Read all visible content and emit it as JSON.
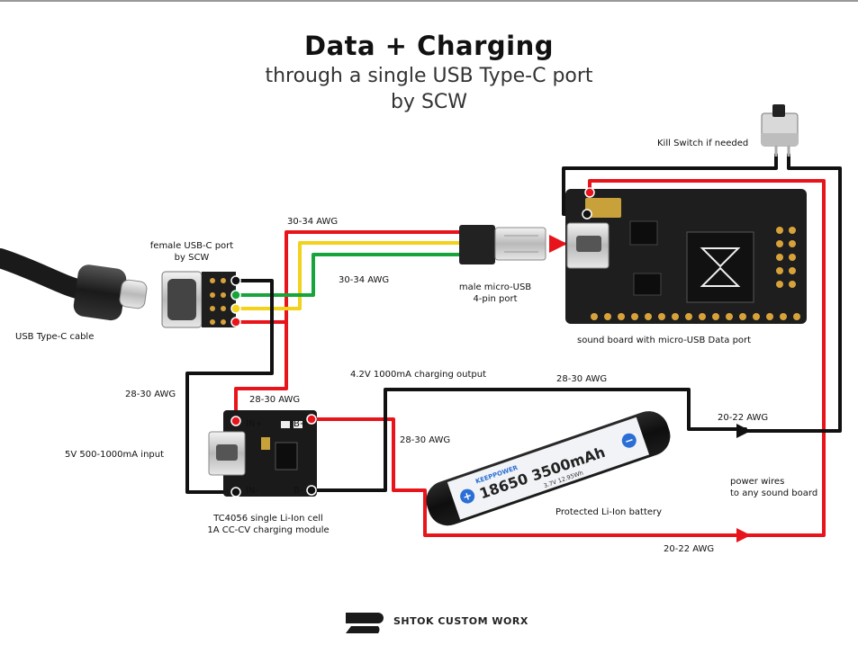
{
  "header": {
    "title": "Data + Charging",
    "subtitle_line1": "through a single USB Type-C port",
    "subtitle_line2": "by SCW"
  },
  "labels": {
    "usb_cable": "USB Type-C cable",
    "usbc_port_line1": "female USB-C port",
    "usbc_port_line2": "by SCW",
    "awg_top": "30-34 AWG",
    "awg_mid": "30-34 AWG",
    "micro_usb_line1": "male micro-USB",
    "micro_usb_line2": "4-pin port",
    "kill_switch": "Kill Switch if needed",
    "soundboard": "sound board with micro-USB Data port",
    "awg_left": "28-30 AWG",
    "input": "5V 500-1000mA input",
    "awg_tc_top": "28-30 AWG",
    "charging_output": "4.2V 1000mA charging output",
    "awg_black_top": "28-30 AWG",
    "awg_batt": "28-30 AWG",
    "awg_power_black": "20-22 AWG",
    "power_wires_line1": "power wires",
    "power_wires_line2": "to any sound board",
    "battery": "Protected Li-Ion battery",
    "awg_power_red": "20-22 AWG",
    "tc_line1": "TC4056 single Li-Ion cell",
    "tc_line2": "1A CC-CV charging module",
    "brand": "SHTOK CUSTOM WORX"
  },
  "battery_print": {
    "brand": "KEEPPOWER",
    "model": "18650 3500mAh",
    "spec": "3.7V 12.95Wh",
    "plus": "+",
    "minus": "−"
  },
  "module_print": {
    "in_plus": "IN+",
    "in_minus": "IN-",
    "b_plus": "B+",
    "b_minus": "B-"
  },
  "colors": {
    "red": "#e8141b",
    "black": "#111111",
    "yellow": "#f2d21b",
    "green": "#17a43b",
    "board": "#1e1e1e",
    "gold": "#d8a23a"
  }
}
